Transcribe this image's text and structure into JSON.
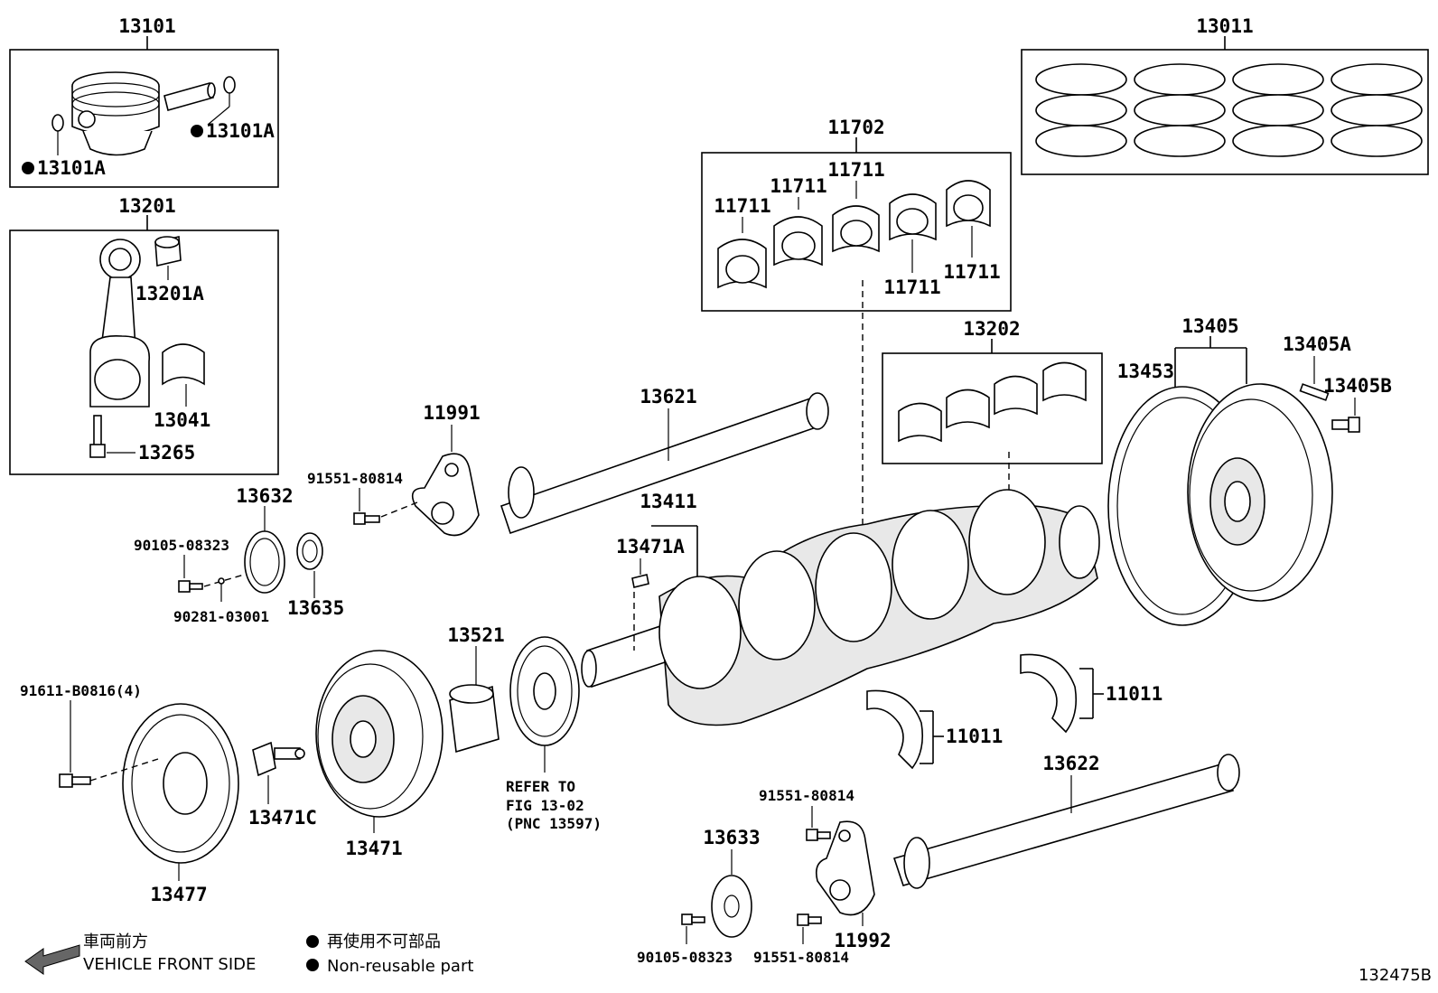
{
  "labels": {
    "p13101": "13101",
    "p13101a_1": "13101A",
    "p13101a_2": "13101A",
    "p13201": "13201",
    "p13201a": "13201A",
    "p13041": "13041",
    "p13265": "13265",
    "p13011": "13011",
    "p11702": "11702",
    "p11711_1": "11711",
    "p11711_2": "11711",
    "p11711_3": "11711",
    "p11711_4": "11711",
    "p11711_5": "11711",
    "p13202": "13202",
    "p13405": "13405",
    "p13405a": "13405A",
    "p13453": "13453",
    "p13405b": "13405B",
    "p11991": "11991",
    "p13621": "13621",
    "p91551_1": "91551-80814",
    "p13632": "13632",
    "p90105_1": "90105-08323",
    "p90281": "90281-03001",
    "p13635": "13635",
    "p13411": "13411",
    "p13471a": "13471A",
    "p13521": "13521",
    "p91611": "91611-B0816(4)",
    "p13471c": "13471C",
    "p13471": "13471",
    "p13477": "13477",
    "refer_1": "REFER TO",
    "refer_2": "FIG 13-02",
    "refer_3": "(PNC 13597)",
    "p11011_1": "11011",
    "p11011_2": "11011",
    "p13622": "13622",
    "p91551_2": "91551-80814",
    "p13633": "13633",
    "p90105_2": "90105-08323",
    "p91551_3": "91551-80814",
    "p11992": "11992"
  },
  "legend": {
    "front_jp": "車両前方",
    "front_en": "VEHICLE FRONT SIDE",
    "nonreuse_jp": "再使用不可部品",
    "nonreuse_en": "Non-reusable part"
  },
  "figure_id": "132475B"
}
